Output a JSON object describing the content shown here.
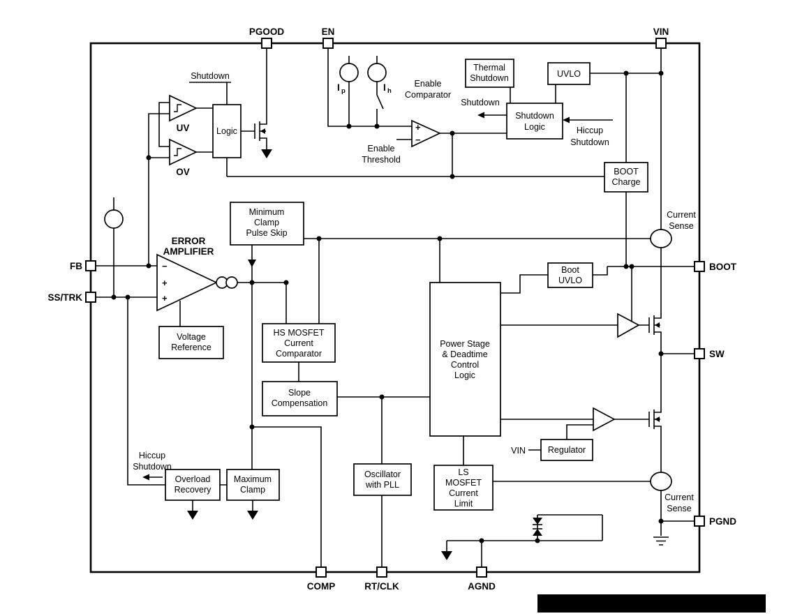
{
  "pins": {
    "pgood": "PGOOD",
    "en": "EN",
    "vin": "VIN",
    "fb": "FB",
    "ss_trk": "SS/TRK",
    "boot": "BOOT",
    "sw": "SW",
    "pgnd": "PGND",
    "comp": "COMP",
    "rt_clk": "RT/CLK",
    "agnd": "AGND"
  },
  "blocks": {
    "thermal_shutdown": [
      "Thermal",
      "Shutdown"
    ],
    "uvlo": [
      "UVLO"
    ],
    "shutdown_logic": [
      "Shutdown",
      "Logic"
    ],
    "boot_charge": [
      "BOOT",
      "Charge"
    ],
    "logic": [
      "Logic"
    ],
    "minimum_clamp": [
      "Minimum",
      "Clamp",
      "Pulse Skip"
    ],
    "voltage_reference": [
      "Voltage",
      "Reference"
    ],
    "hs_current_comparator": [
      "HS MOSFET",
      "Current",
      "Comparator"
    ],
    "slope_compensation": [
      "Slope",
      "Compensation"
    ],
    "power_stage": [
      "Power Stage",
      "& Deadtime",
      "Control",
      "Logic"
    ],
    "boot_uvlo": [
      "Boot",
      "UVLO"
    ],
    "regulator": [
      "Regulator"
    ],
    "oscillator": [
      "Oscillator",
      "with PLL"
    ],
    "ls_current_limit": [
      "LS",
      "MOSFET",
      "Current",
      "Limit"
    ],
    "overload_recovery": [
      "Overload",
      "Recovery"
    ],
    "maximum_clamp": [
      "Maximum",
      "Clamp"
    ]
  },
  "labels": {
    "shutdown_signal": "Shutdown",
    "uv": "UV",
    "ov": "OV",
    "ip_main": "I",
    "ip_sub": "p",
    "ih_main": "I",
    "ih_sub": "h",
    "enable_comparator": [
      "Enable",
      "Comparator"
    ],
    "shutdown_to_left": "Shutdown",
    "enable_threshold": [
      "Enable",
      "Threshold"
    ],
    "hiccup_shutdown_right": [
      "Hiccup",
      "Shutdown"
    ],
    "hiccup_shutdown_left": [
      "Hiccup",
      "Shutdown"
    ],
    "current_sense_top": [
      "Current",
      "Sense"
    ],
    "current_sense_bottom": [
      "Current",
      "Sense"
    ],
    "error_amplifier": [
      "ERROR",
      "AMPLIFIER"
    ],
    "vin_internal": "VIN",
    "ea_minus": "−",
    "ea_plus1": "+",
    "ea_plus2": "+",
    "cmp_plus": "+",
    "cmp_minus": "−"
  },
  "colors": {
    "line": "#000000",
    "background": "#ffffff",
    "footer_bar": "#000000"
  }
}
